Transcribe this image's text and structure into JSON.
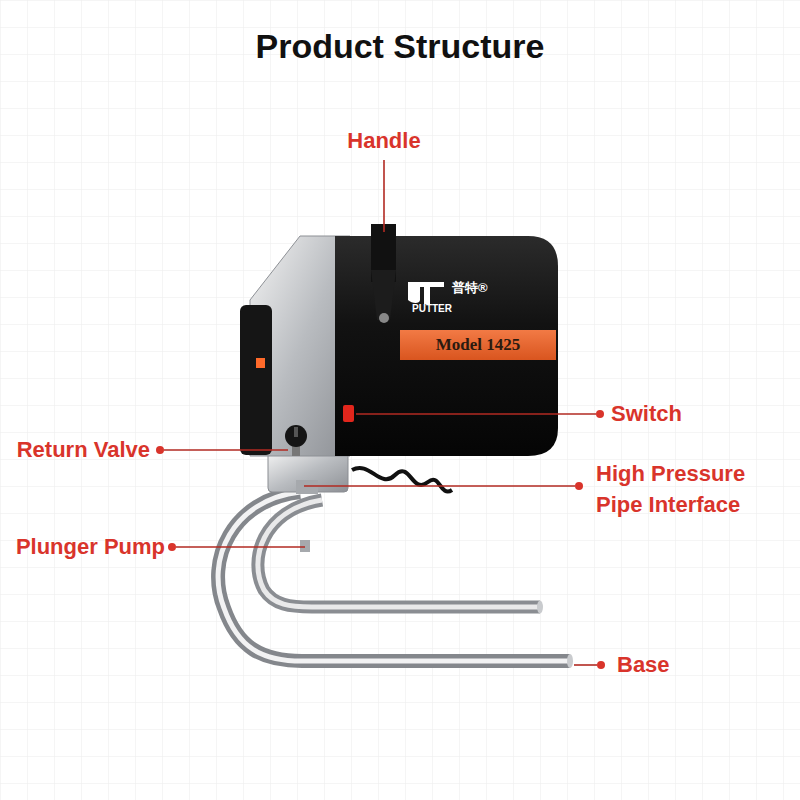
{
  "diagram": {
    "title": "Product Structure",
    "nodes": [
      {
        "text": [
          "Model 1425"
        ]
      }
    ],
    "labels": [
      "Handle",
      "Switch",
      "Return Valve",
      "High Pressure Pipe Interface",
      "Plunger Pump",
      "Base",
      "普特®",
      "PUTTER"
    ]
  }
}
